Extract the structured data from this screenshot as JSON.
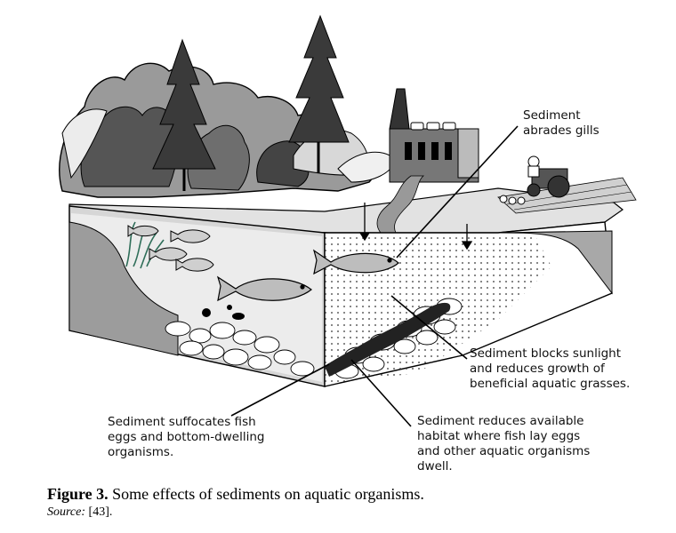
{
  "callouts": {
    "gills": "Sediment\nabrades gills",
    "sunlight": "Sediment blocks sunlight\nand reduces growth of\nbeneficial aquatic grasses.",
    "suffocates": "Sediment suffocates fish\neggs and bottom-dwelling\norganisms.",
    "habitat": "Sediment reduces available\nhabitat where fish lay eggs\nand other aquatic organisms\ndwell."
  },
  "caption": {
    "label": "Figure 3.",
    "text": " Some effects of sediments on aquatic organisms.",
    "source_label": "Source:",
    "source_ref": " [43]."
  }
}
